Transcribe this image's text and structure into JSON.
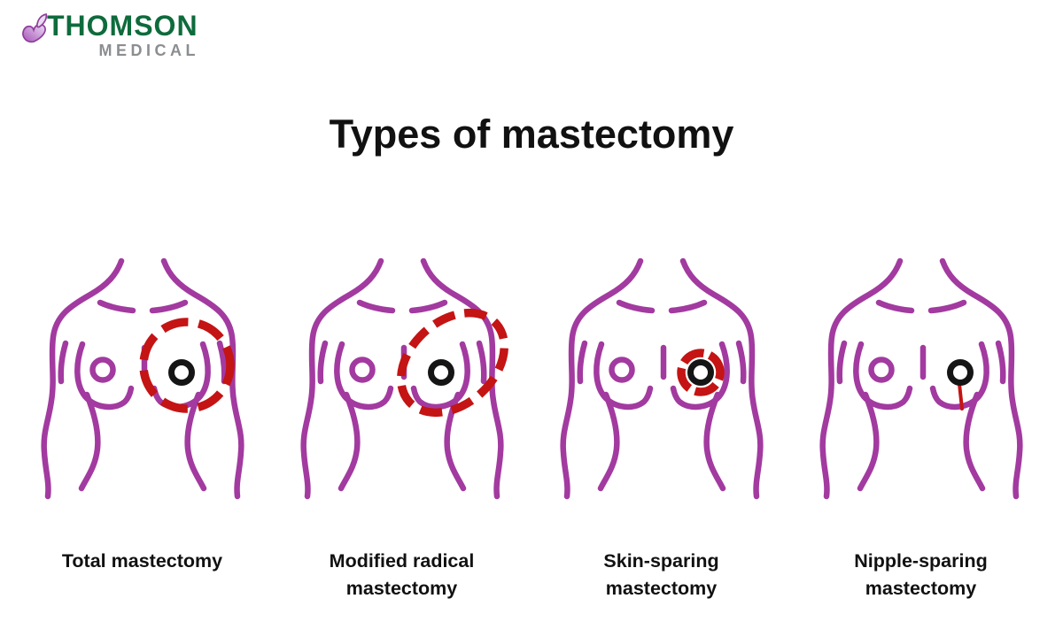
{
  "logo": {
    "brand": "THOMSON",
    "brand_sub": "MEDICAL",
    "icon": "butterfly-icon",
    "colors": {
      "brand_green": "#0E6B3C",
      "brand_gray": "#8B8E90",
      "butterfly_outline": "#8E3D9B",
      "butterfly_fill": "#C9A2DF"
    }
  },
  "title": "Types of mastectomy",
  "diagram": {
    "colors": {
      "body_outline": "#A23AA0",
      "marking": "#C41414",
      "nipple_ring": "#151515"
    },
    "figures": [
      {
        "name": "total-mastectomy",
        "label_line1": "Total mastectomy",
        "label_line2": "",
        "marking": "large-dashed-circle-around-whole-breast"
      },
      {
        "name": "modified-radical-mastectomy",
        "label_line1": "Modified radical",
        "label_line2": "mastectomy",
        "marking": "tilted-dashed-ellipse-breast-and-axilla"
      },
      {
        "name": "skin-sparing-mastectomy",
        "label_line1": "Skin-sparing",
        "label_line2": "mastectomy",
        "marking": "small-dashed-circle-around-areola"
      },
      {
        "name": "nipple-sparing-mastectomy",
        "label_line1": "Nipple-sparing",
        "label_line2": "mastectomy",
        "marking": "vertical-incision-line-below-nipple"
      }
    ]
  }
}
